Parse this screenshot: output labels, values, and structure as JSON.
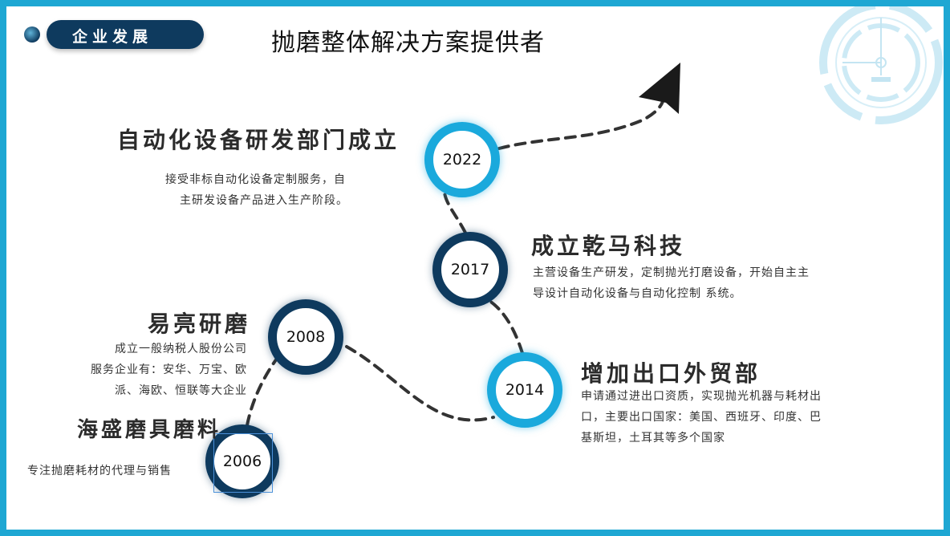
{
  "header": {
    "tag_label": "企业发展",
    "title": "抛磨整体解决方案提供者"
  },
  "milestones": {
    "m2022": {
      "year": "2022",
      "heading": "自动化设备研发部门成立",
      "desc_line1": "接受非标自动化设备定制服务，自",
      "desc_line2": "主研发设备产品进入生产阶段。"
    },
    "m2017": {
      "year": "2017",
      "heading": "成立乾马科技",
      "desc_line1": "主营设备生产研发，定制抛光打磨设备，开始自主主",
      "desc_line2": "导设计自动化设备与自动化控制 系统。"
    },
    "m2014": {
      "year": "2014",
      "heading": "增加出口外贸部",
      "desc_line1": "申请通过进出口资质，实现抛光机器与耗材出",
      "desc_line2": "口，主要出口国家：美国、西班牙、印度、巴",
      "desc_line3": "基斯坦，土耳其等多个国家"
    },
    "m2008": {
      "year": "2008",
      "heading": "易亮研磨",
      "desc_line1": "成立一般纳税人股份公司",
      "desc_line2": "服务企业有：安华、万宝、欧",
      "desc_line3": "派、海欧、恒联等大企业"
    },
    "m2006": {
      "year": "2006",
      "heading": "海盛磨具磨料",
      "desc_line1": "专注抛磨耗材的代理与销售"
    }
  },
  "colors": {
    "frame_border": "#1ea7d3",
    "navy": "#0e3a5e",
    "light_blue": "#1aa9dc",
    "path_dash": "#333333",
    "arrow": "#1a1a1a"
  },
  "icons": {
    "tag_decoration": "globe-dot-icon",
    "corner_decoration": "clock-gauge-icon",
    "arrow_head": "arrow-head-icon"
  }
}
